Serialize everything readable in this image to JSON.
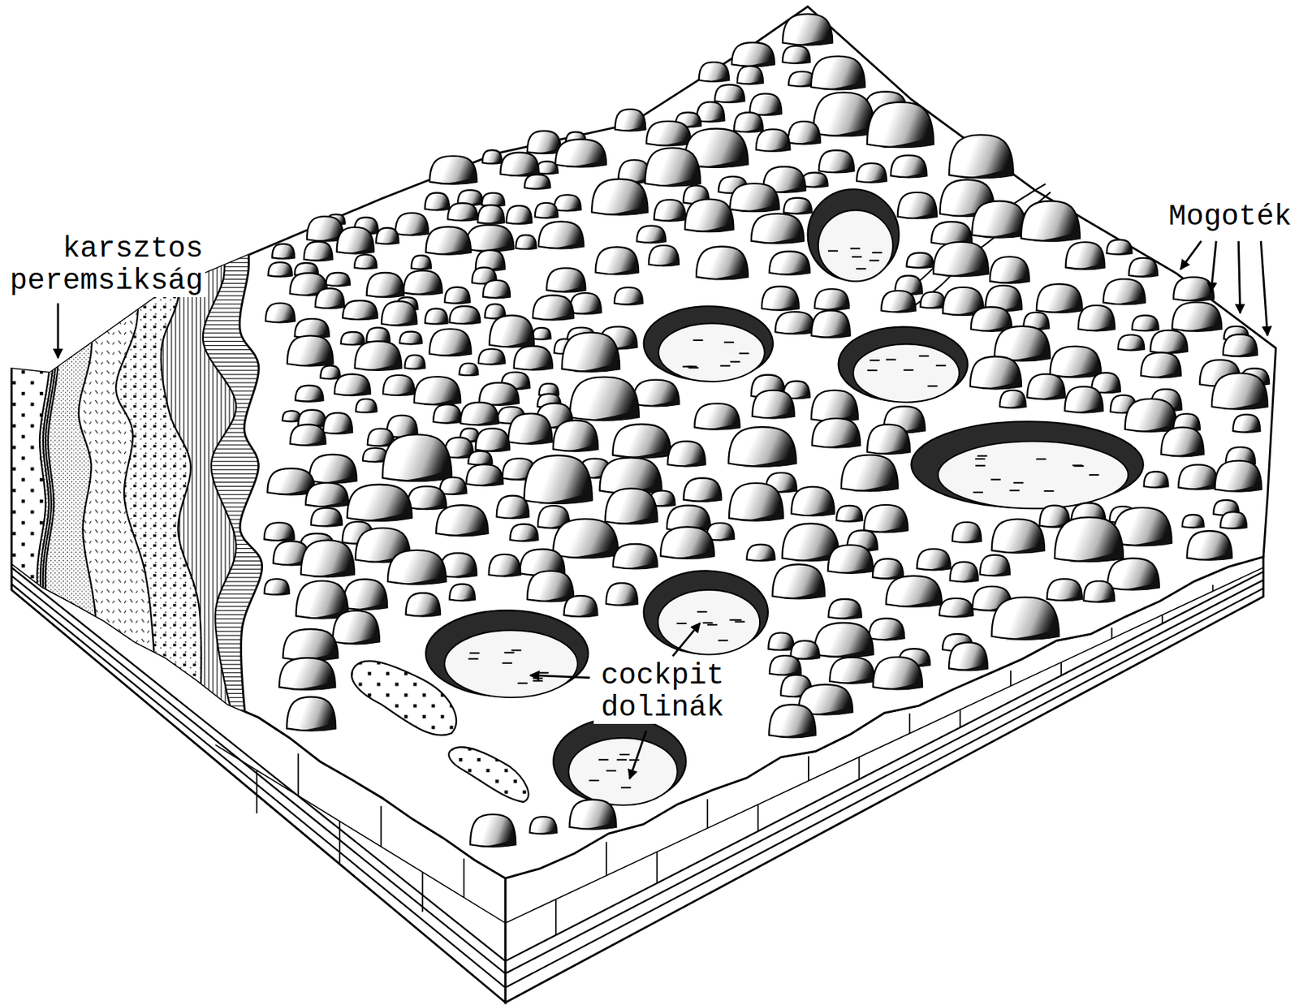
{
  "diagram": {
    "labels": [
      "karsztos peremsikság",
      "Mogoték",
      "cockpit dolinák"
    ]
  }
}
